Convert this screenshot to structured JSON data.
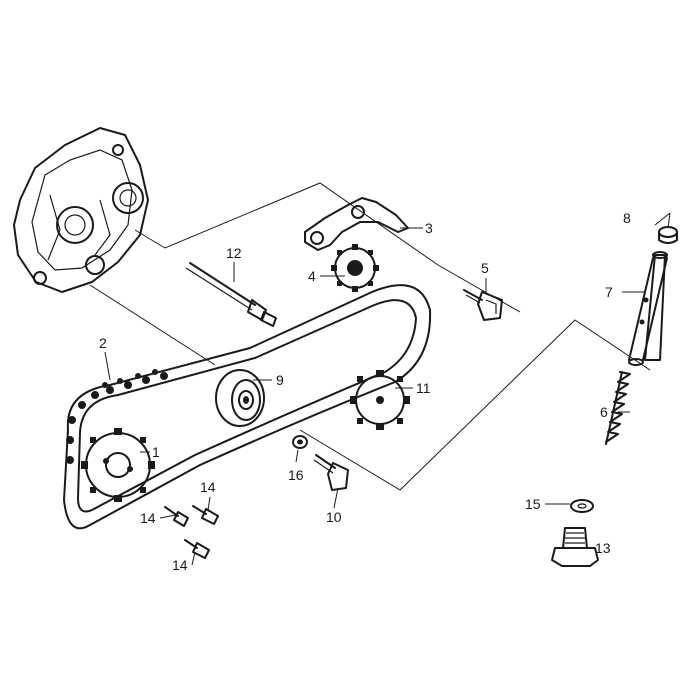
{
  "callouts": {
    "c1": "1",
    "c2": "2",
    "c3": "3",
    "c4": "4",
    "c5": "5",
    "c6": "6",
    "c7": "7",
    "c8": "8",
    "c9": "9",
    "c10": "10",
    "c11": "11",
    "c12": "12",
    "c13": "13",
    "c14a": "14",
    "c14b": "14",
    "c14c": "14",
    "c15": "15",
    "c16": "16"
  }
}
